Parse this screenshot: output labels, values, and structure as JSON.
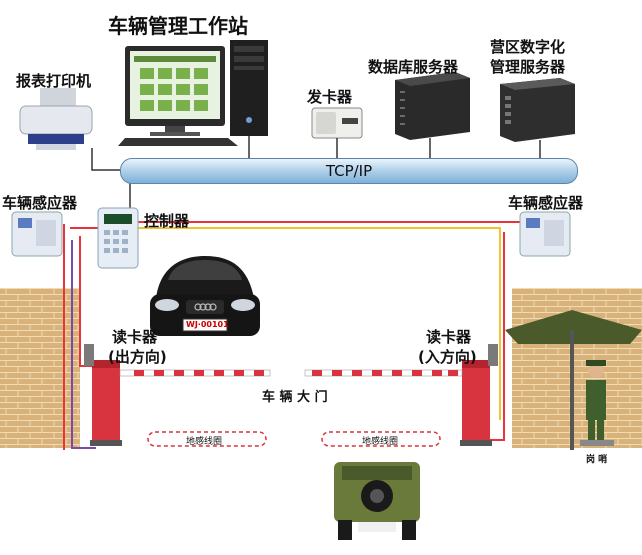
{
  "title": "车辆管理工作站",
  "labels": {
    "printer": "报表打印机",
    "card_issuer": "发卡器",
    "db_server": "数据库服务器",
    "camp_server_line1": "营区数字化",
    "camp_server_line2": "管理服务器",
    "network": "TCP/IP",
    "sensor_left": "车辆感应器",
    "sensor_right": "车辆感应器",
    "controller": "控制器",
    "reader_left_line1": "读卡器",
    "reader_left_line2": "(出方向)",
    "reader_right_line1": "读卡器",
    "reader_right_line2": "(入方向)",
    "gate": "车 辆 大 门",
    "loop_left": "地感线圈",
    "loop_right": "地感线圈",
    "guard_post": "岗 哨",
    "plate": "WJ·00101"
  },
  "colors": {
    "red_line": "#e8323c",
    "yellow_line": "#f1c232",
    "purple_line": "#7b4aa8",
    "barrier": "#d8343f"
  }
}
